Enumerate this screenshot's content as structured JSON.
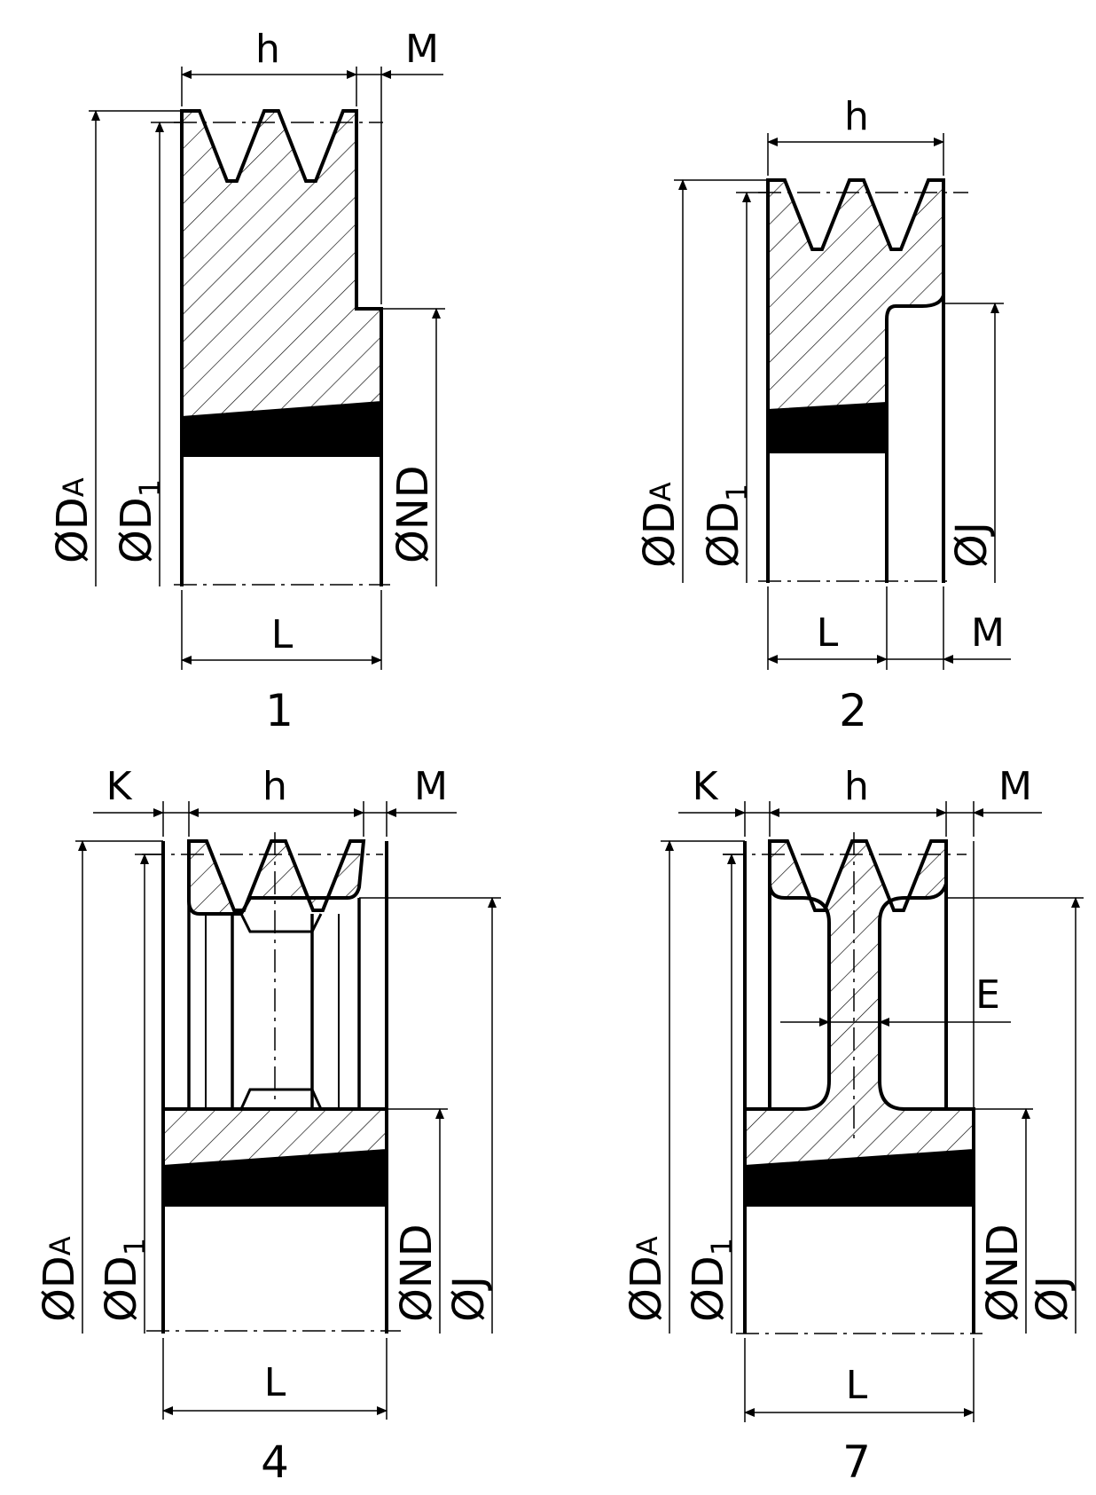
{
  "diagrams": [
    {
      "caption": "1",
      "labels": {
        "h": "h",
        "m": "M",
        "l": "L",
        "da": "ØD",
        "da_sub": "A",
        "d1": "ØD",
        "d1_sub": "1",
        "nd": "ØND"
      }
    },
    {
      "caption": "2",
      "labels": {
        "h": "h",
        "m": "M",
        "l": "L",
        "da": "ØD",
        "da_sub": "A",
        "d1": "ØD",
        "d1_sub": "1",
        "j": "ØJ"
      }
    },
    {
      "caption": "4",
      "labels": {
        "k": "K",
        "h": "h",
        "m": "M",
        "l": "L",
        "da": "ØD",
        "da_sub": "A",
        "d1": "ØD",
        "d1_sub": "1",
        "nd": "ØND",
        "j": "ØJ"
      }
    },
    {
      "caption": "7",
      "labels": {
        "k": "K",
        "h": "h",
        "m": "M",
        "e": "E",
        "l": "L",
        "da": "ØD",
        "da_sub": "A",
        "d1": "ØD",
        "d1_sub": "1",
        "nd": "ØND",
        "j": "ØJ"
      }
    }
  ],
  "colors": {
    "line": "#000000",
    "background": "#ffffff"
  }
}
